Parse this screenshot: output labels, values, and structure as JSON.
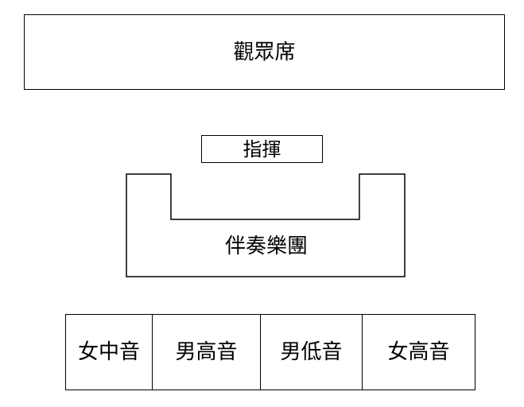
{
  "audience": {
    "label": "觀眾席"
  },
  "conductor": {
    "label": "指揮"
  },
  "orchestra": {
    "label": "伴奏樂團"
  },
  "choir": {
    "sections": [
      {
        "label": "女中音"
      },
      {
        "label": "男高音"
      },
      {
        "label": "男低音"
      },
      {
        "label": "女高音"
      }
    ]
  }
}
